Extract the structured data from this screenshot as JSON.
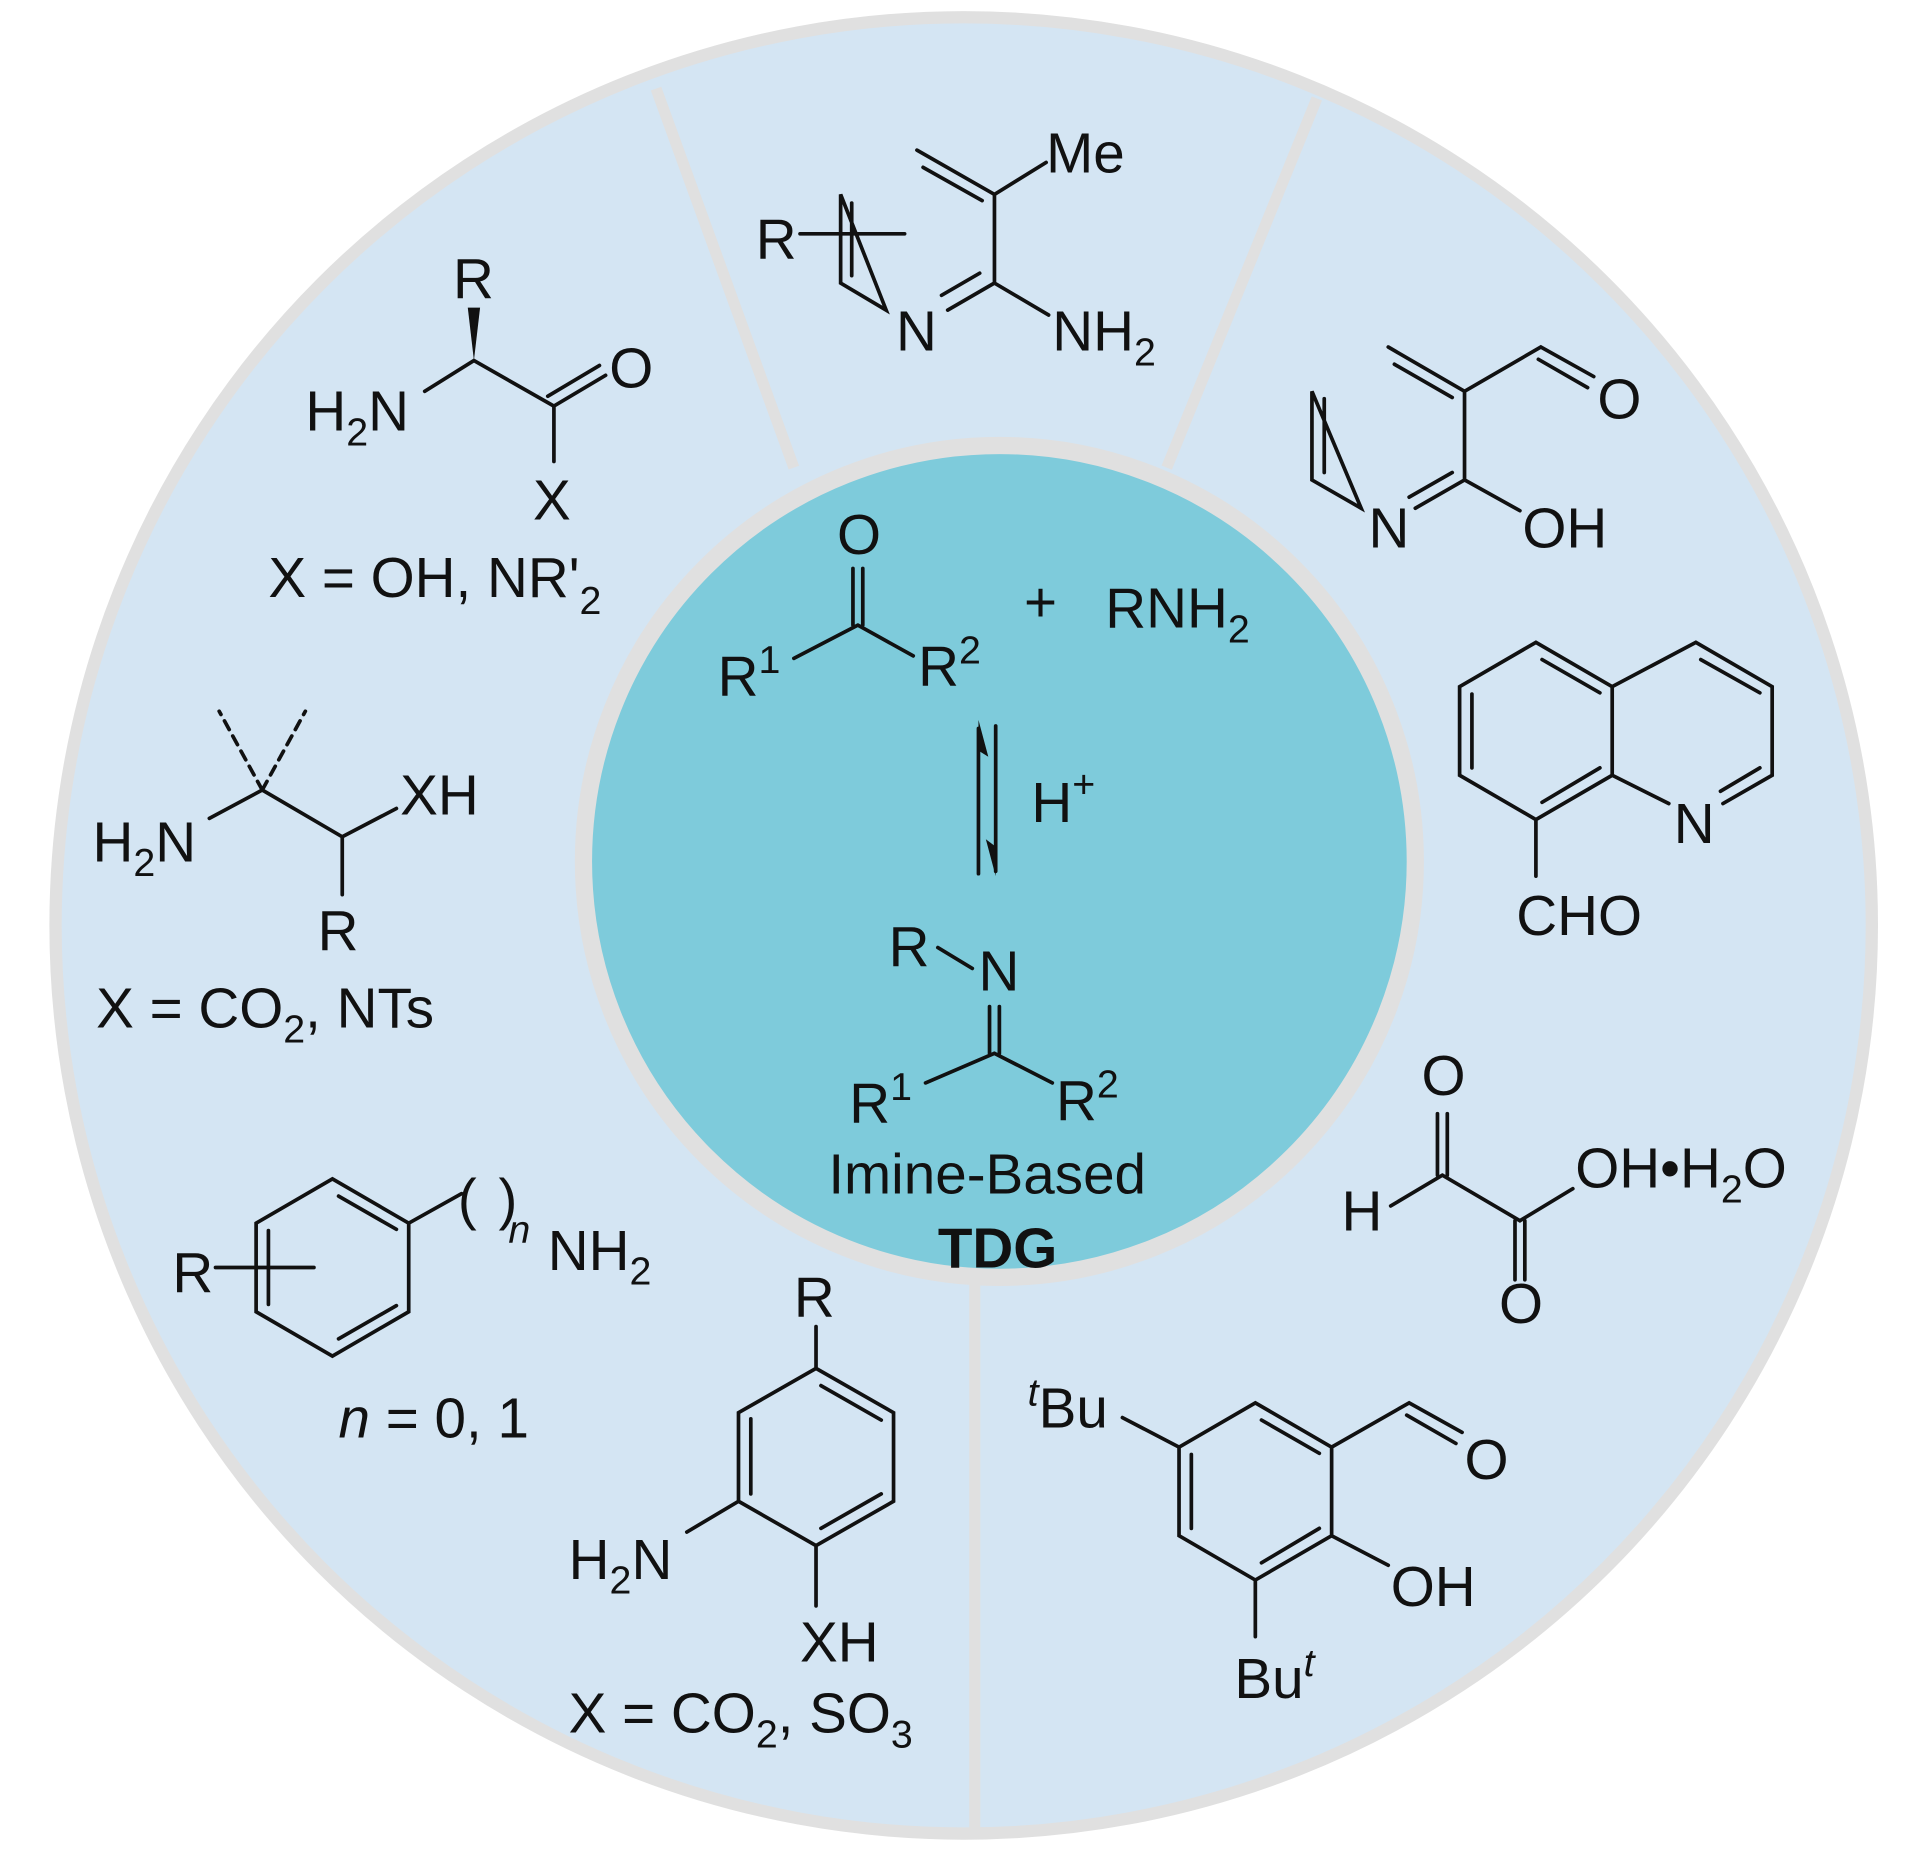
{
  "colors": {
    "outer_fill": "#d4e5f3",
    "inner_fill": "#7ecbdb",
    "ring": "#e0e0e0",
    "ink": "#111111"
  },
  "center": {
    "o": "O",
    "r1": "R",
    "r1_sup": "1",
    "r2": "R",
    "r2_sup": "2",
    "plus": "+",
    "rnh": "RNH",
    "rnh_sub": "2",
    "h": "H",
    "h_sup": "+",
    "imine_r": "R",
    "imine_n": "N",
    "imine_r1": "R",
    "imine_r1_sup": "1",
    "imine_r2": "R",
    "imine_r2_sup": "2",
    "label": "Imine-Based",
    "tdg": "TDG"
  },
  "amino_acid": {
    "r": "R",
    "h2n_h": "H",
    "h2n_2": "2",
    "h2n_n": "N",
    "o": "O",
    "x": "X",
    "note": "X = OH, NR'",
    "note_sub": "2"
  },
  "pyridine": {
    "me": "Me",
    "r": "R",
    "n": "N",
    "nh": "NH",
    "nh_sub": "2"
  },
  "amino_alcohol": {
    "h": "H",
    "h_sub": "2",
    "n": "N",
    "xh": "XH",
    "r": "R",
    "note": "X = CO",
    "note_sub": "2",
    "note_end": ", NTs"
  },
  "benzylamine": {
    "r": "R",
    "n_sub": "n",
    "nh": "NH",
    "nh_sub": "2",
    "note_n": "n",
    "note": " = 0, 1"
  },
  "aminobenzoic": {
    "r": "R",
    "h": "H",
    "h_sub": "2",
    "n": "N",
    "xh": "XH",
    "note": "X = CO",
    "note_sub": "2",
    "note_mid": ", SO",
    "note_sub2": "3"
  },
  "hydroxynicotinaldehyde": {
    "o": "O",
    "n": "N",
    "oh": "OH"
  },
  "quinoline_aldehyde": {
    "n": "N",
    "cho": "CHO"
  },
  "glyoxylic_acid": {
    "o_top": "O",
    "h": "H",
    "oh": "OH•H",
    "sub": "2",
    "o_end": "O",
    "o_bottom": "O"
  },
  "salicylaldehyde": {
    "t1": "t",
    "bu1": "Bu",
    "o": "O",
    "oh": "OH",
    "bu2": "Bu",
    "t2": "t"
  }
}
